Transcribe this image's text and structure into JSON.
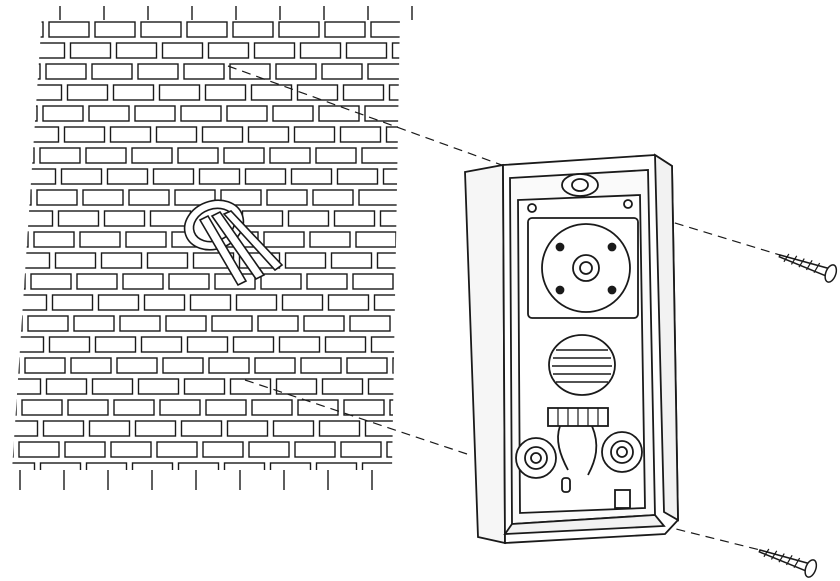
{
  "diagram": {
    "parts": [
      {
        "id": "brick-wall",
        "icon": "brick-wall-icon"
      },
      {
        "id": "cable-entry",
        "icon": "cable-grommet-icon"
      },
      {
        "id": "intercom-panel",
        "icon": "door-intercom-icon"
      },
      {
        "id": "camera-module",
        "icon": "camera-icon"
      },
      {
        "id": "speaker-grille",
        "icon": "speaker-icon"
      },
      {
        "id": "terminal-block",
        "icon": "terminal-block-icon"
      },
      {
        "id": "screw-top",
        "icon": "screw-icon"
      },
      {
        "id": "screw-bottom",
        "icon": "screw-icon"
      }
    ],
    "colors": {
      "line": "#1a1a1a",
      "background": "#ffffff",
      "panel": "#f4f4f4"
    }
  }
}
